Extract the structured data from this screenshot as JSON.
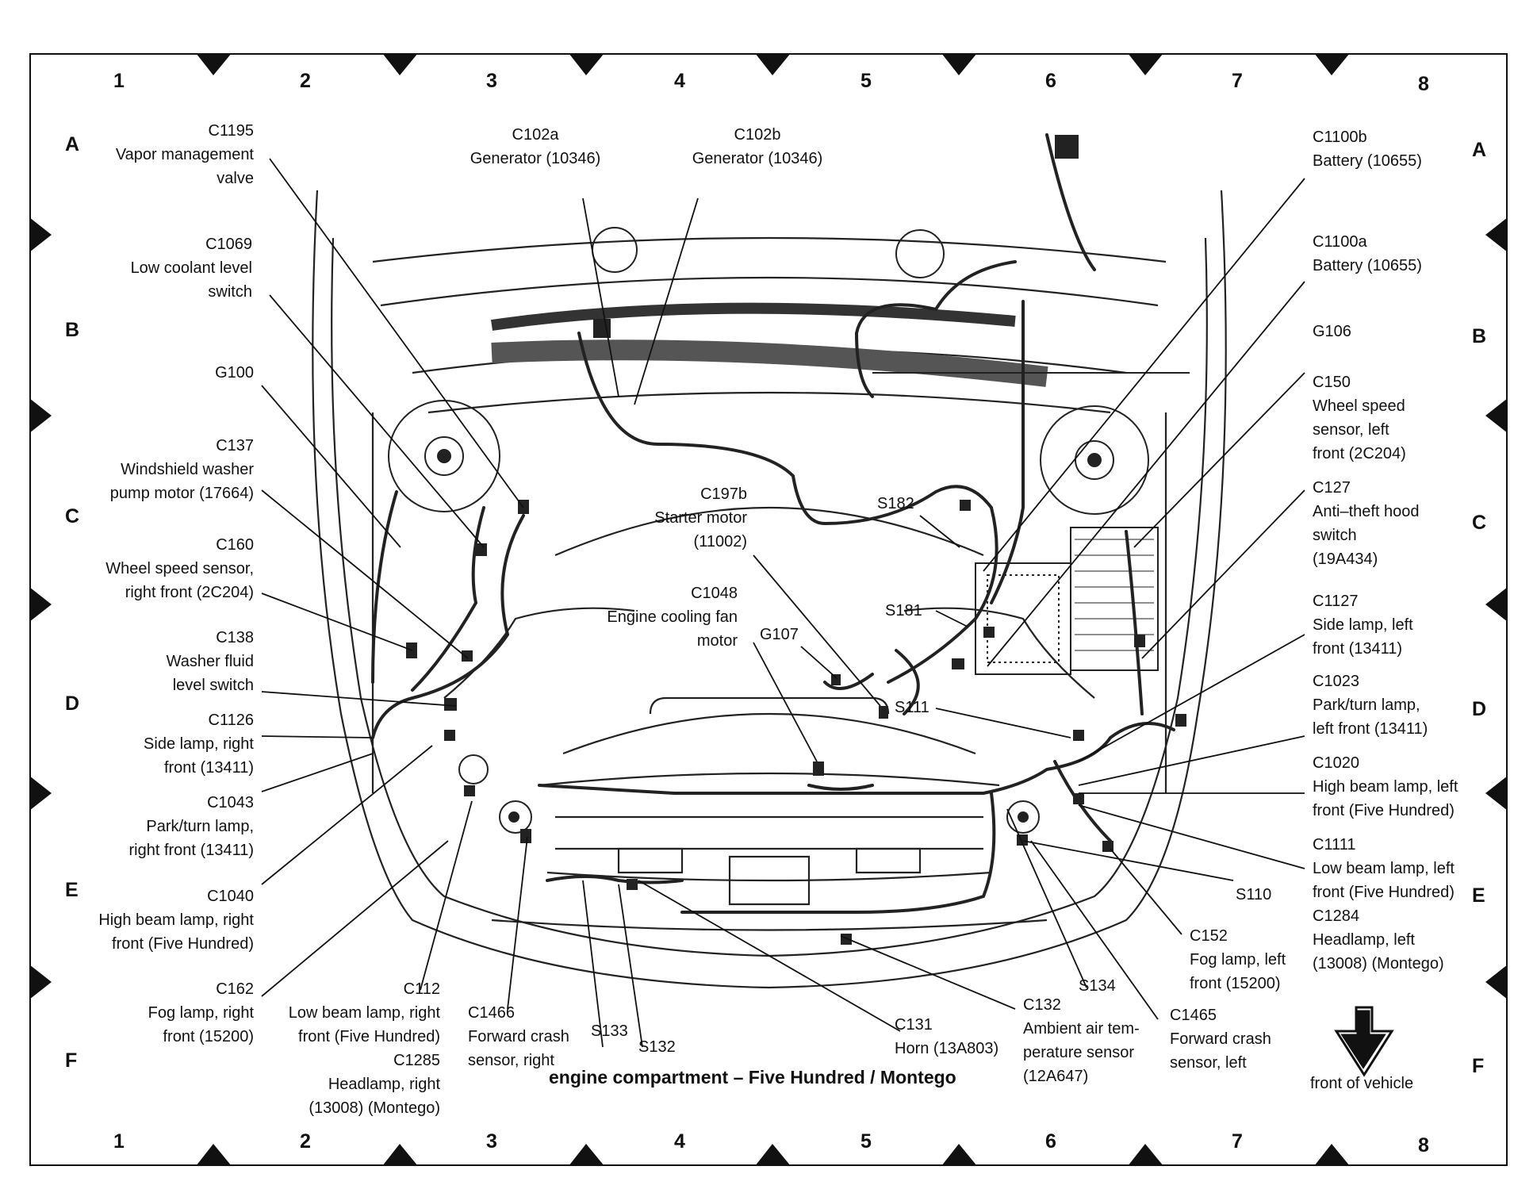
{
  "columns": [
    "1",
    "2",
    "3",
    "4",
    "5",
    "6",
    "7",
    "8"
  ],
  "rows": [
    "A",
    "B",
    "C",
    "D",
    "E",
    "F"
  ],
  "caption": "engine compartment – Five Hundred / Montego",
  "front_label": "front of vehicle",
  "callouts": {
    "c1195": {
      "code": "C1195",
      "lines": [
        "Vapor management",
        "valve"
      ]
    },
    "c1069": {
      "code": "C1069",
      "lines": [
        "Low coolant level",
        "switch"
      ]
    },
    "g100": {
      "code": "G100",
      "lines": []
    },
    "c137": {
      "code": "C137",
      "lines": [
        "Windshield washer",
        "pump motor (17664)"
      ]
    },
    "c160": {
      "code": "C160",
      "lines": [
        "Wheel speed sensor,",
        "right front (2C204)"
      ]
    },
    "c138": {
      "code": "C138",
      "lines": [
        "Washer fluid",
        "level switch"
      ]
    },
    "c1126": {
      "code": "C1126",
      "lines": [
        "Side lamp, right",
        "front (13411)"
      ]
    },
    "c1043": {
      "code": "C1043",
      "lines": [
        "Park/turn lamp,",
        "right front (13411)"
      ]
    },
    "c1040": {
      "code": "C1040",
      "lines": [
        "High beam lamp, right",
        "front (Five Hundred)"
      ]
    },
    "c162": {
      "code": "C162",
      "lines": [
        "Fog lamp, right",
        "front (15200)"
      ]
    },
    "c112": {
      "code": "C112",
      "lines": [
        "Low beam lamp, right",
        "front (Five Hundred)",
        "C1285",
        "Headlamp, right",
        "(13008) (Montego)"
      ]
    },
    "c1466": {
      "code": "C1466",
      "lines": [
        "Forward crash",
        "sensor, right"
      ]
    },
    "s133": {
      "code": "S133",
      "lines": []
    },
    "s132": {
      "code": "S132",
      "lines": []
    },
    "c102a": {
      "code": "C102a",
      "lines": [
        "Generator (10346)"
      ]
    },
    "c102b": {
      "code": "C102b",
      "lines": [
        "Generator (10346)"
      ]
    },
    "c197b": {
      "code": "C197b",
      "lines": [
        "Starter motor",
        "(11002)"
      ]
    },
    "c1048": {
      "code": "C1048",
      "lines": [
        "Engine cooling fan",
        "motor"
      ]
    },
    "g107": {
      "code": "G107",
      "lines": []
    },
    "s182": {
      "code": "S182",
      "lines": []
    },
    "s181": {
      "code": "S181",
      "lines": []
    },
    "s111": {
      "code": "S111",
      "lines": []
    },
    "c131": {
      "code": "C131",
      "lines": [
        "Horn (13A803)"
      ]
    },
    "c132": {
      "code": "C132",
      "lines": [
        "Ambient air tem-",
        "perature sensor",
        "(12A647)"
      ]
    },
    "s134": {
      "code": "S134",
      "lines": []
    },
    "c1465": {
      "code": "C1465",
      "lines": [
        "Forward crash",
        "sensor, left"
      ]
    },
    "c152": {
      "code": "C152",
      "lines": [
        "Fog lamp, left",
        "front (15200)"
      ]
    },
    "s110": {
      "code": "S110",
      "lines": []
    },
    "c1100b": {
      "code": "C1100b",
      "lines": [
        "Battery (10655)"
      ]
    },
    "c1100a": {
      "code": "C1100a",
      "lines": [
        "Battery (10655)"
      ]
    },
    "g106": {
      "code": "G106",
      "lines": []
    },
    "c150": {
      "code": "C150",
      "lines": [
        "Wheel speed",
        "sensor, left",
        "front (2C204)"
      ]
    },
    "c127": {
      "code": "C127",
      "lines": [
        "Anti–theft hood",
        "switch",
        "(19A434)"
      ]
    },
    "c1127": {
      "code": "C1127",
      "lines": [
        "Side lamp, left",
        "front (13411)"
      ]
    },
    "c1023": {
      "code": "C1023",
      "lines": [
        "Park/turn lamp,",
        "left front (13411)"
      ]
    },
    "c1020": {
      "code": "C1020",
      "lines": [
        "High beam lamp, left",
        "front (Five Hundred)"
      ]
    },
    "c1111": {
      "code": "C1111",
      "lines": [
        "Low beam lamp, left",
        "front (Five Hundred)",
        "C1284",
        "Headlamp, left",
        "(13008) (Montego)"
      ]
    }
  }
}
